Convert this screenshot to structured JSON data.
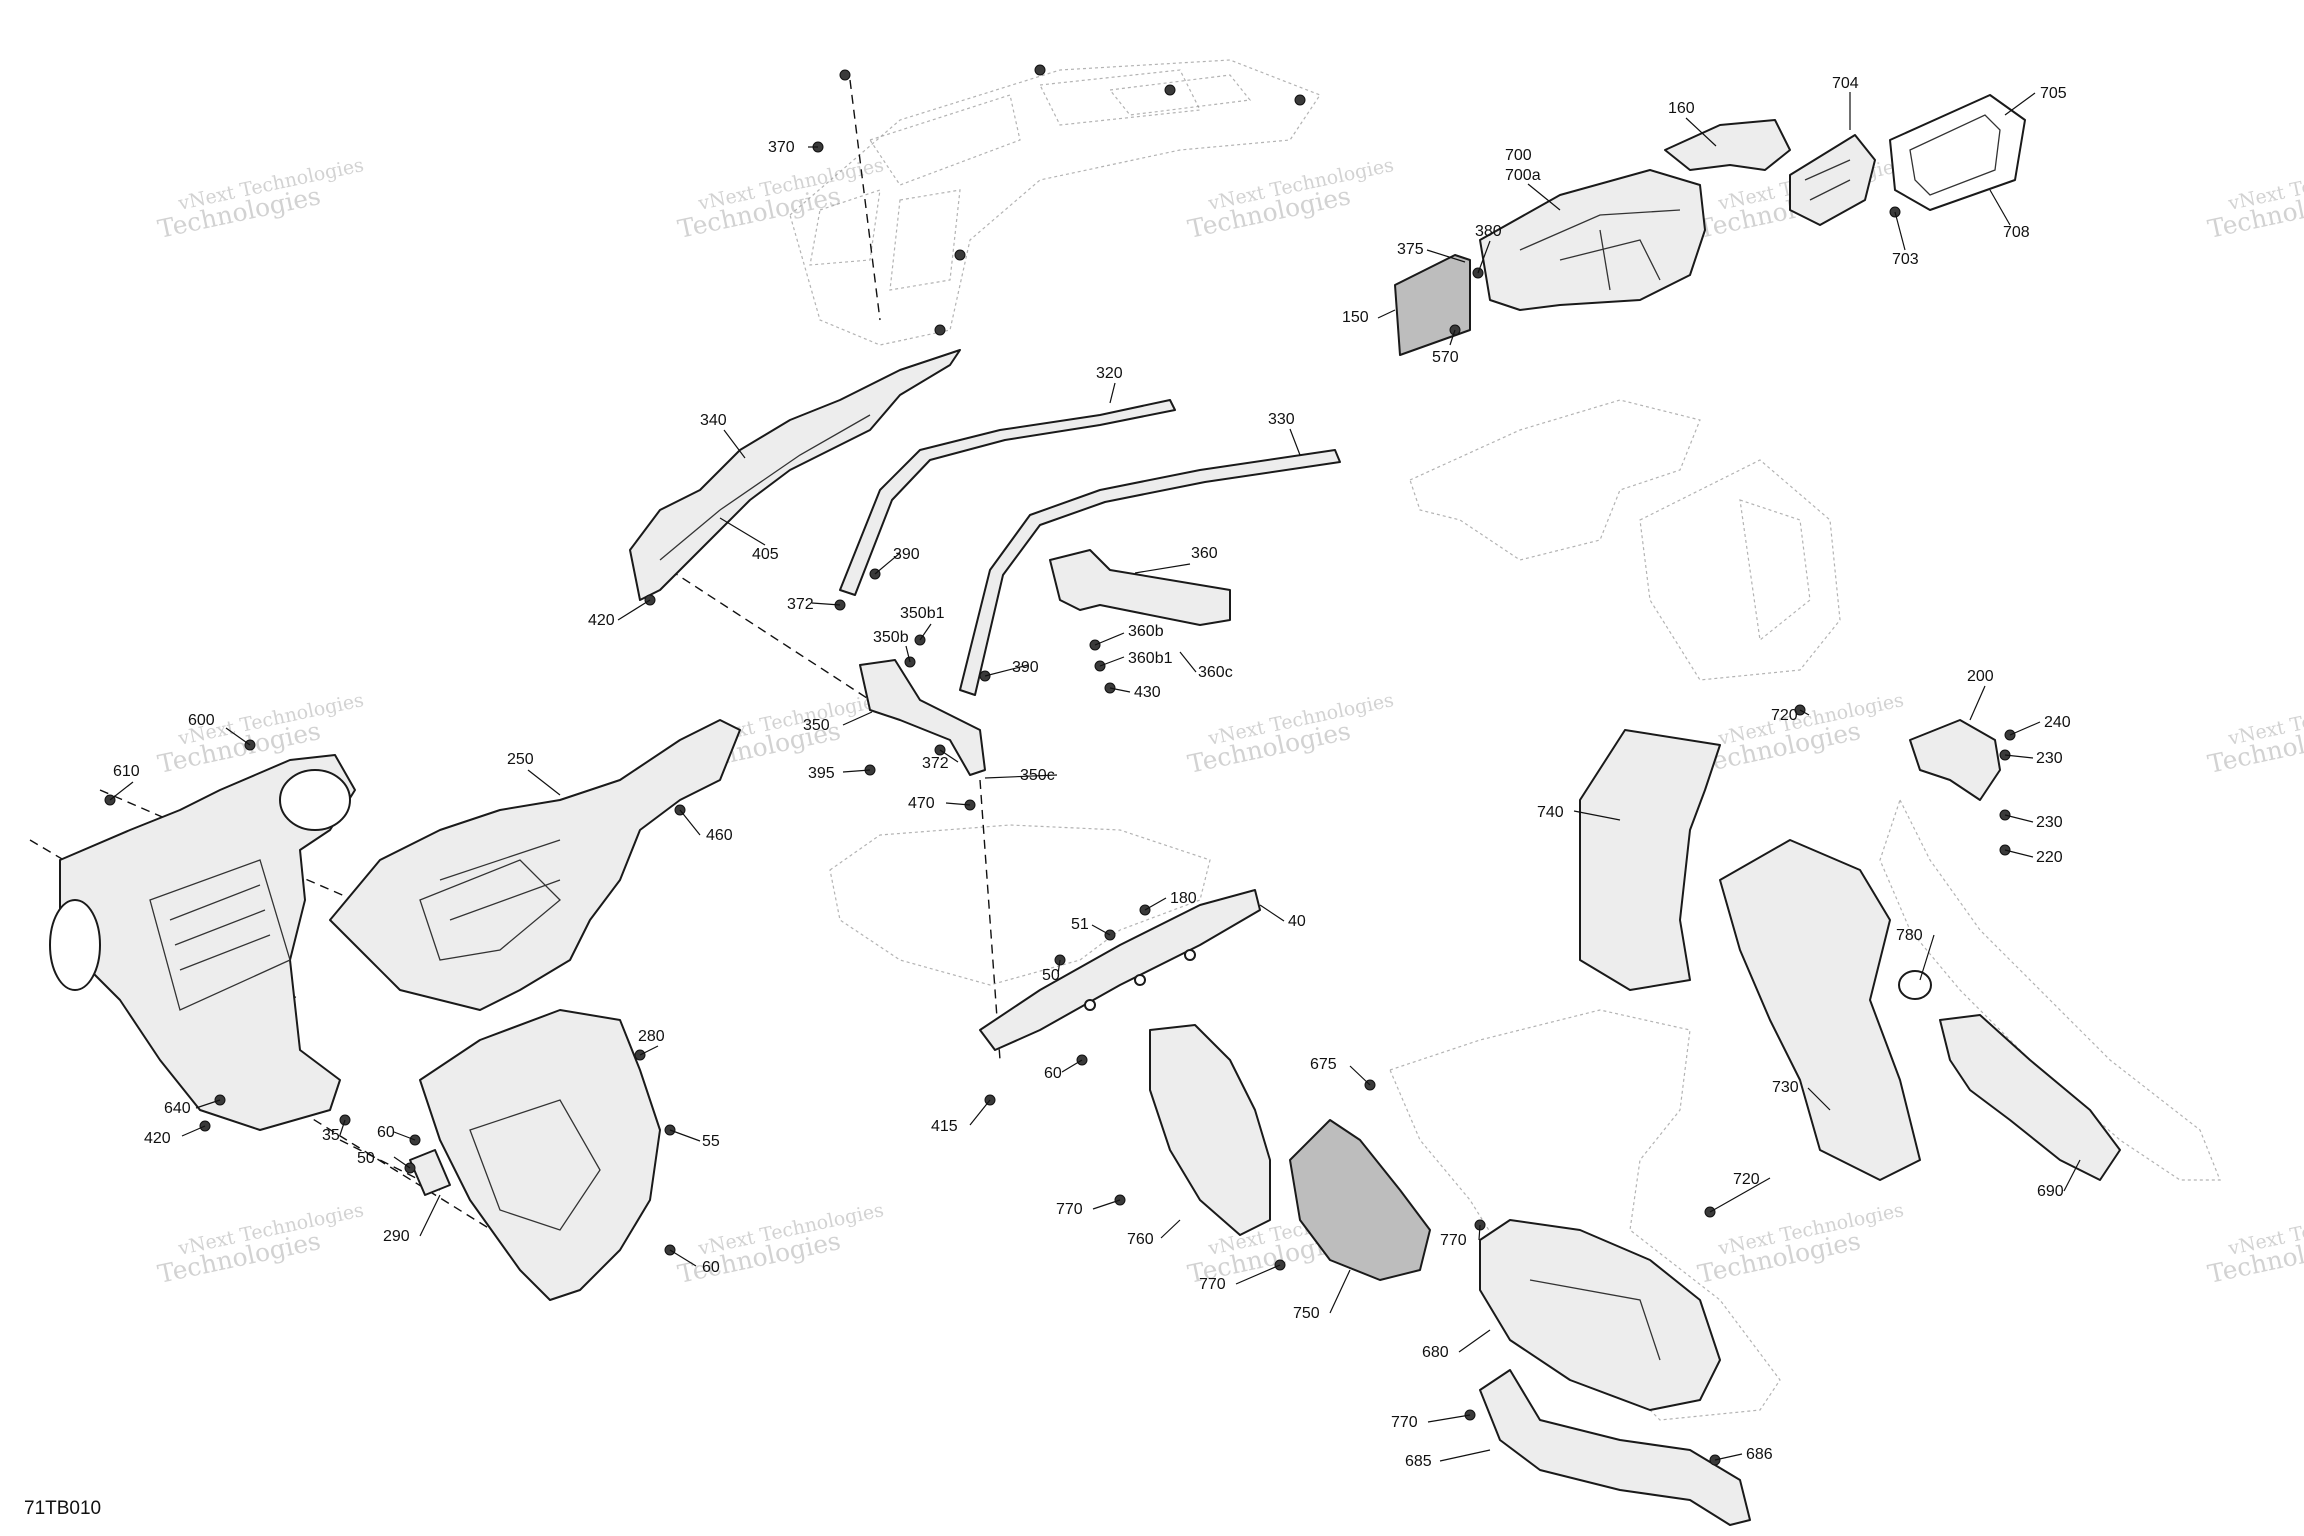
{
  "diagram_code": "71TB010",
  "watermark": {
    "line1": "vNext Technologies",
    "line2": "Technologies"
  },
  "colors": {
    "line": "#1a1a1a",
    "part_fill": "#ededed",
    "dark_fill": "#bdbdbd",
    "ghost": "#9a9a9a",
    "watermark": "#c4c4c4"
  },
  "callouts": [
    {
      "id": "370",
      "label": "370"
    },
    {
      "id": "160",
      "label": "160"
    },
    {
      "id": "704",
      "label": "704"
    },
    {
      "id": "705",
      "label": "705"
    },
    {
      "id": "700",
      "label": "700"
    },
    {
      "id": "700a",
      "label": "700a"
    },
    {
      "id": "375",
      "label": "375"
    },
    {
      "id": "380",
      "label": "380"
    },
    {
      "id": "150",
      "label": "150"
    },
    {
      "id": "570",
      "label": "570"
    },
    {
      "id": "703",
      "label": "703"
    },
    {
      "id": "708",
      "label": "708"
    },
    {
      "id": "320",
      "label": "320"
    },
    {
      "id": "330",
      "label": "330"
    },
    {
      "id": "340",
      "label": "340"
    },
    {
      "id": "405",
      "label": "405"
    },
    {
      "id": "390a",
      "label": "390"
    },
    {
      "id": "390b",
      "label": "390"
    },
    {
      "id": "372a",
      "label": "372"
    },
    {
      "id": "372b",
      "label": "372"
    },
    {
      "id": "420a",
      "label": "420"
    },
    {
      "id": "420b",
      "label": "420"
    },
    {
      "id": "350b1",
      "label": "350b1"
    },
    {
      "id": "350b",
      "label": "350b"
    },
    {
      "id": "350",
      "label": "350"
    },
    {
      "id": "350c",
      "label": "350c"
    },
    {
      "id": "360",
      "label": "360"
    },
    {
      "id": "360b",
      "label": "360b"
    },
    {
      "id": "360b1",
      "label": "360b1"
    },
    {
      "id": "360c",
      "label": "360c"
    },
    {
      "id": "430",
      "label": "430"
    },
    {
      "id": "395",
      "label": "395"
    },
    {
      "id": "470",
      "label": "470"
    },
    {
      "id": "600",
      "label": "600"
    },
    {
      "id": "610",
      "label": "610"
    },
    {
      "id": "250",
      "label": "250"
    },
    {
      "id": "460",
      "label": "460"
    },
    {
      "id": "180",
      "label": "180"
    },
    {
      "id": "40",
      "label": "40"
    },
    {
      "id": "51",
      "label": "51"
    },
    {
      "id": "50a",
      "label": "50"
    },
    {
      "id": "50b",
      "label": "50"
    },
    {
      "id": "60a",
      "label": "60"
    },
    {
      "id": "60b",
      "label": "60"
    },
    {
      "id": "60c",
      "label": "60"
    },
    {
      "id": "415",
      "label": "415"
    },
    {
      "id": "280",
      "label": "280"
    },
    {
      "id": "55",
      "label": "55"
    },
    {
      "id": "35",
      "label": "35"
    },
    {
      "id": "640",
      "label": "640"
    },
    {
      "id": "290",
      "label": "290"
    },
    {
      "id": "720a",
      "label": "720"
    },
    {
      "id": "720b",
      "label": "720"
    },
    {
      "id": "200",
      "label": "200"
    },
    {
      "id": "240",
      "label": "240"
    },
    {
      "id": "230a",
      "label": "230"
    },
    {
      "id": "230b",
      "label": "230"
    },
    {
      "id": "220",
      "label": "220"
    },
    {
      "id": "740",
      "label": "740"
    },
    {
      "id": "780",
      "label": "780"
    },
    {
      "id": "730",
      "label": "730"
    },
    {
      "id": "690",
      "label": "690"
    },
    {
      "id": "675",
      "label": "675"
    },
    {
      "id": "770a",
      "label": "770"
    },
    {
      "id": "770b",
      "label": "770"
    },
    {
      "id": "770c",
      "label": "770"
    },
    {
      "id": "770d",
      "label": "770"
    },
    {
      "id": "760",
      "label": "760"
    },
    {
      "id": "750",
      "label": "750"
    },
    {
      "id": "680",
      "label": "680"
    },
    {
      "id": "685",
      "label": "685"
    },
    {
      "id": "686",
      "label": "686"
    }
  ]
}
